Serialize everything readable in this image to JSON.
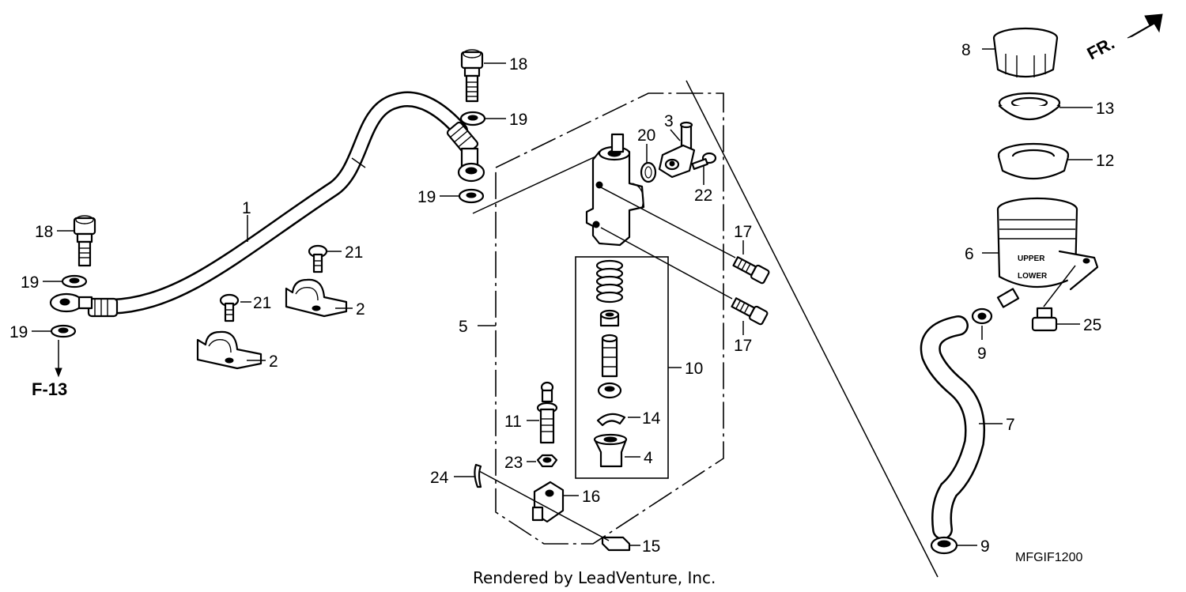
{
  "diagram": {
    "callouts": {
      "c1": "1",
      "c2a": "2",
      "c2b": "2",
      "c3": "3",
      "c4": "4",
      "c5": "5",
      "c6": "6",
      "c7": "7",
      "c8": "8",
      "c9a": "9",
      "c9b": "9",
      "c10": "10",
      "c11": "11",
      "c12": "12",
      "c13": "13",
      "c14": "14",
      "c15": "15",
      "c16": "16",
      "c17a": "17",
      "c17b": "17",
      "c18a": "18",
      "c18b": "18",
      "c19a": "19",
      "c19b": "19",
      "c19c": "19",
      "c19d": "19",
      "c20": "20",
      "c21a": "21",
      "c21b": "21",
      "c22": "22",
      "c23": "23",
      "c24": "24",
      "c25": "25"
    },
    "reference": "F-13",
    "direction_label": "FR.",
    "reservoir_marks": {
      "upper": "UPPER",
      "lower": "LOWER"
    },
    "diagram_code": "MFGIF1200",
    "credit": "Rendered by LeadVenture, Inc."
  }
}
